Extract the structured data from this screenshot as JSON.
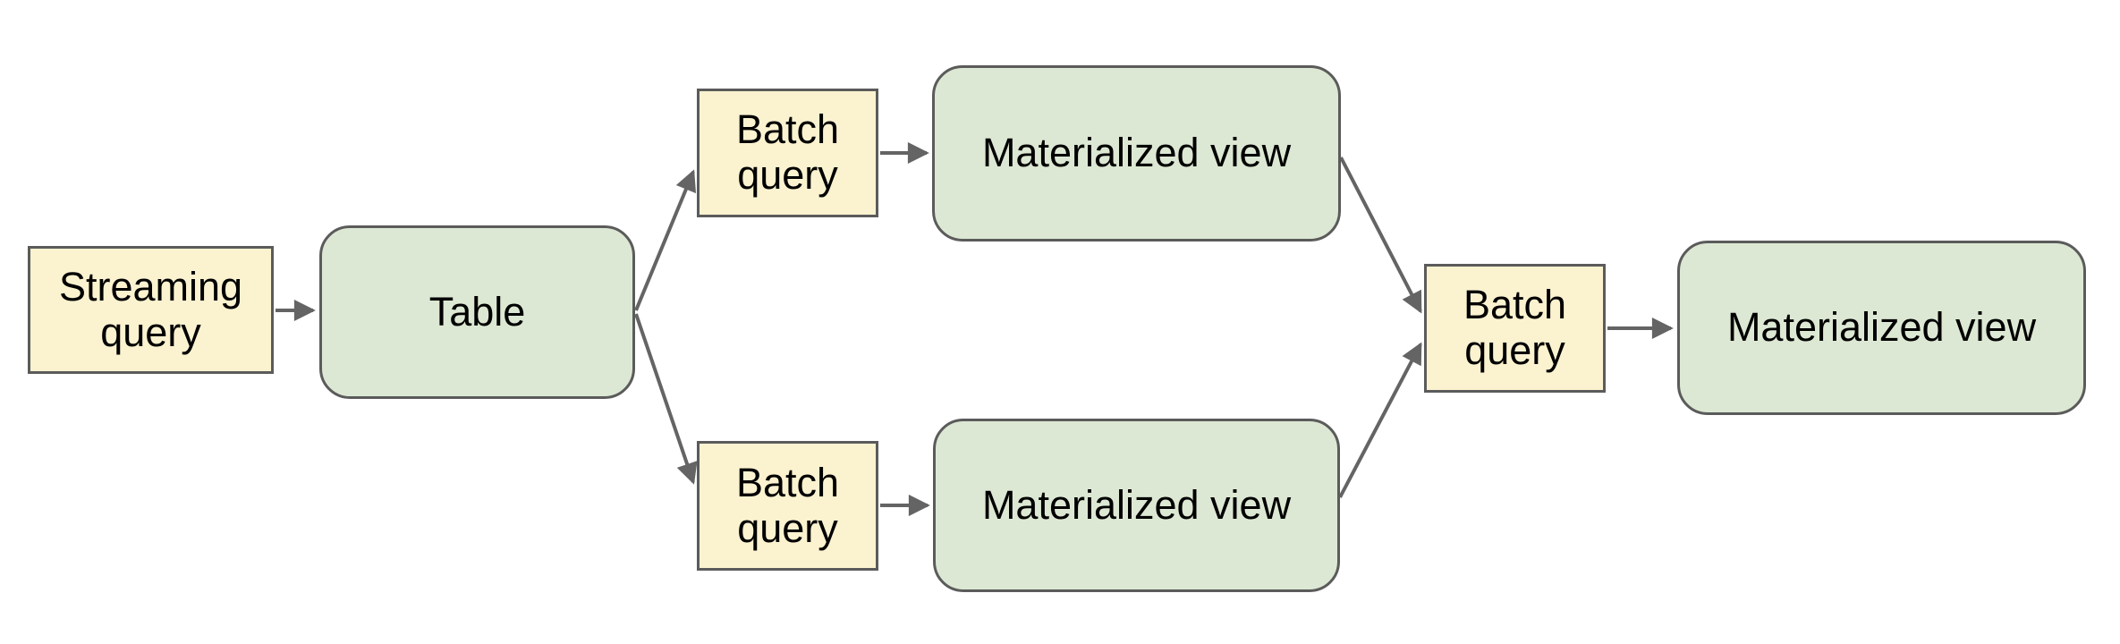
{
  "diagram": {
    "background_color": "#ffffff",
    "colors": {
      "query_box_fill": "#fbf2d0",
      "dataset_box_fill": "#dce8d3",
      "box_border": "#5b5b5b",
      "arrow": "#646464",
      "text": "#000000"
    },
    "nodes": [
      {
        "id": "streaming-query",
        "label": "Streaming query",
        "type": "query"
      },
      {
        "id": "table",
        "label": "Table",
        "type": "dataset"
      },
      {
        "id": "batch-query-top",
        "label": "Batch query",
        "type": "query"
      },
      {
        "id": "materialized-view-top",
        "label": "Materialized view",
        "type": "dataset"
      },
      {
        "id": "batch-query-bottom",
        "label": "Batch query",
        "type": "query"
      },
      {
        "id": "materialized-view-bottom",
        "label": "Materialized view",
        "type": "dataset"
      },
      {
        "id": "batch-query-right",
        "label": "Batch query",
        "type": "query"
      },
      {
        "id": "materialized-view-right",
        "label": "Materialized view",
        "type": "dataset"
      }
    ],
    "edges": [
      {
        "from": "streaming-query",
        "to": "table"
      },
      {
        "from": "table",
        "to": "batch-query-top"
      },
      {
        "from": "table",
        "to": "batch-query-bottom"
      },
      {
        "from": "batch-query-top",
        "to": "materialized-view-top"
      },
      {
        "from": "batch-query-bottom",
        "to": "materialized-view-bottom"
      },
      {
        "from": "materialized-view-top",
        "to": "batch-query-right"
      },
      {
        "from": "materialized-view-bottom",
        "to": "batch-query-right"
      },
      {
        "from": "batch-query-right",
        "to": "materialized-view-right"
      }
    ]
  }
}
